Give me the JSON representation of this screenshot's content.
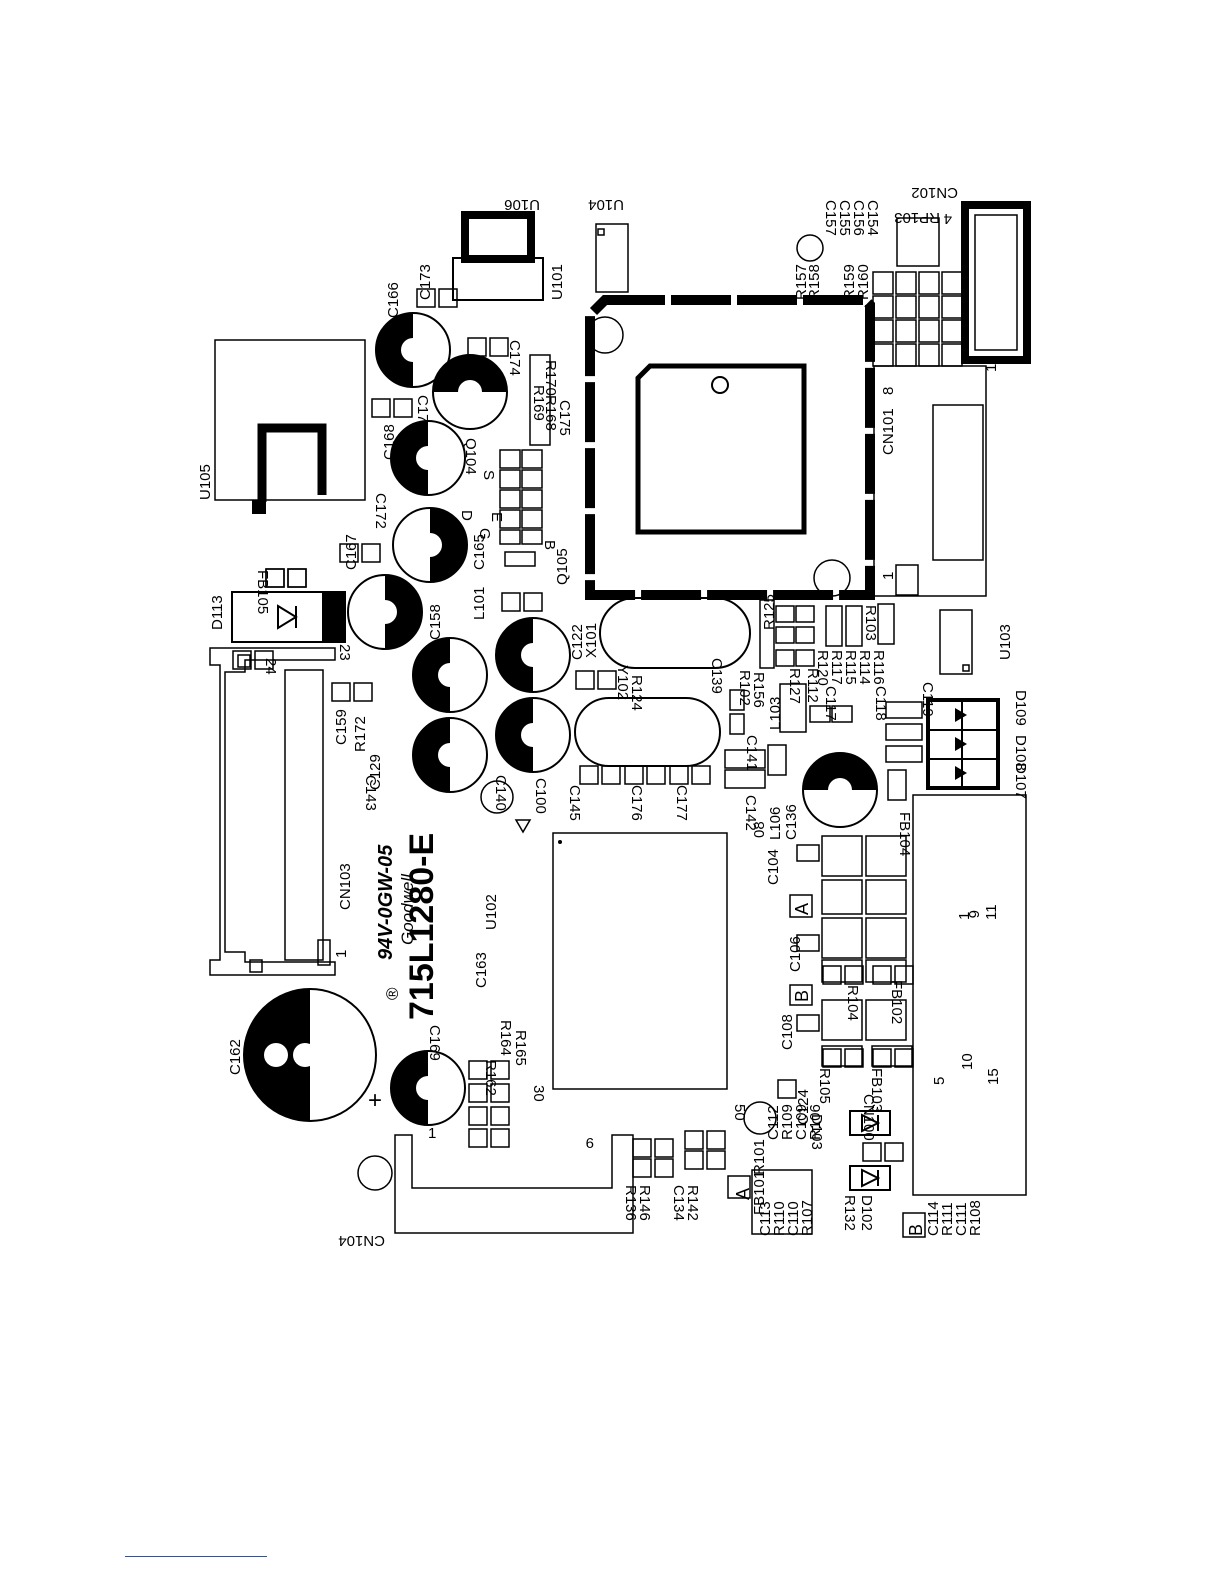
{
  "board": {
    "part_number": "715L1280-E",
    "ul_mark": "94V-0GW-05",
    "vendor": "Goodwell",
    "registered_symbol": "®"
  },
  "colors": {
    "ink": "#000000",
    "paper": "#ffffff",
    "footer_rule": "#2a4fb5"
  },
  "labels": {
    "cn102": "CN102",
    "rp103": "RP103",
    "c154": "C154",
    "c156": "C156",
    "c155": "C155",
    "c157": "C157",
    "u104": "U104",
    "u106": "U106",
    "u101": "U101",
    "u105": "U105",
    "r157": "R157",
    "r158": "R158",
    "r159": "R159",
    "r160": "R160",
    "cn101": "CN101",
    "pin8": "8",
    "pin1": "1",
    "pin4": "4",
    "c166": "C166",
    "c173": "C173",
    "c174": "C174",
    "r170": "R170",
    "r169": "R169",
    "r168": "R168",
    "c175": "C175",
    "c171": "C171",
    "c168": "C168",
    "q104": "Q104",
    "s": "S",
    "c172": "C172",
    "d": "D",
    "g": "G",
    "c165": "C165",
    "q105": "Q105",
    "b": "B",
    "e": "E",
    "c167": "C167",
    "fb105": "FB105",
    "d113": "D113",
    "l101": "L101",
    "c158": "C158",
    "c122": "C122",
    "x101": "X101",
    "r125": "R125",
    "r103": "R103",
    "r120": "R120",
    "r117": "R117",
    "r115": "R115",
    "r114": "R114",
    "r116": "R116",
    "u103": "U103",
    "pin24": "24",
    "pin23": "23",
    "y102": "Y102",
    "r124": "R124",
    "c139": "C139",
    "r102": "R102",
    "r156": "R156",
    "r127": "R127",
    "r112": "R112",
    "c117": "C117",
    "c118": "C118",
    "c119": "C119",
    "c159": "C159",
    "r172": "R172",
    "c129": "C129",
    "c143": "C143",
    "c140": "C140",
    "c100": "C100",
    "c145": "C145",
    "c176": "C176",
    "c177": "C177",
    "c141": "C141",
    "l103": "L103",
    "c142": "C142",
    "pin08": "08",
    "l106": "L106",
    "c136": "C136",
    "d109": "D109",
    "d108": "D108",
    "d107": "D107",
    "fb104": "FB104",
    "cn103": "CN103",
    "u102": "U102",
    "c104": "C104",
    "mark_a": "A",
    "mark_b": "B",
    "num1": "1",
    "num6": "6",
    "num11": "11",
    "c106": "C106",
    "fb102": "FB102",
    "r104": "R104",
    "c108": "C108",
    "c162": "C162",
    "c163": "C163",
    "r162": "R162",
    "r164": "R164",
    "r165": "R165",
    "c169": "C169",
    "num5": "5",
    "num10": "10",
    "num15": "15",
    "r105": "R105",
    "fb103": "FB103",
    "pin30": "30",
    "pin50": "50",
    "c124": "C124",
    "cn100": "CN100",
    "d103": "D103",
    "c112": "C112",
    "r109": "R109",
    "c109": "C109",
    "r106": "R106",
    "fb101": "FB101",
    "r101": "R101",
    "c113": "C113",
    "r110": "R110",
    "c110": "C110",
    "r107": "R107",
    "r132": "R132",
    "d102": "D102",
    "c114": "C114",
    "r111": "R111",
    "c111": "C111",
    "r108": "R108",
    "r136": "R136",
    "r146": "R146",
    "c134": "C134",
    "r142": "R142",
    "cn104": "CN104",
    "plus": "+",
    "pin9": "9",
    "pin1b": "1",
    "pin1c": "1",
    "pin1d": "1"
  }
}
